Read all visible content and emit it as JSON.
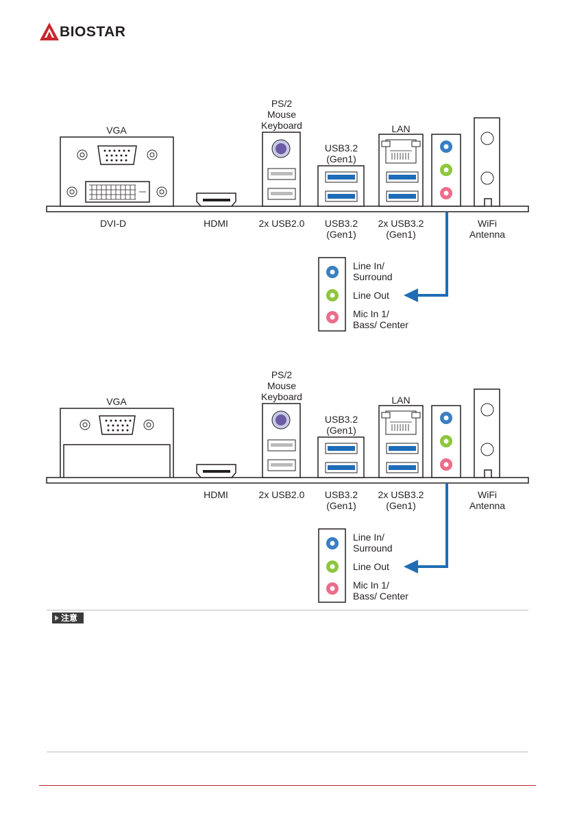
{
  "brand": {
    "name": "BIOSTAR",
    "color": "#b8252c"
  },
  "diagrams": [
    {
      "labels": {
        "vga": "VGA",
        "dvi": "DVI-D",
        "hdmi": "HDMI",
        "ps2": "PS/2\nMouse\nKeyboard",
        "usb20": "2x USB2.0",
        "usb32_top": "USB3.2\n(Gen1)",
        "usb32_bottom": "USB3.2\n(Gen1)",
        "lan": "LAN",
        "lan_usb": "2x USB3.2\n(Gen1)",
        "wifi": "WiFi\nAntenna"
      },
      "audio_legend": [
        {
          "label": "Line In/\nSurround",
          "color": "#3a7ec2"
        },
        {
          "label": "Line Out",
          "color": "#8ec63f"
        },
        {
          "label": "Mic In 1/\nBass/ Center",
          "color": "#ec6d8b"
        }
      ]
    },
    {
      "labels": {
        "vga": "VGA",
        "hdmi": "HDMI",
        "ps2": "PS/2\nMouse\nKeyboard",
        "usb20": "2x USB2.0",
        "usb32_top": "USB3.2\n(Gen1)",
        "usb32_bottom": "USB3.2\n(Gen1)",
        "lan": "LAN",
        "lan_usb": "2x USB3.2\n(Gen1)",
        "wifi": "WiFi\nAntenna"
      },
      "audio_legend": [
        {
          "label": "Line In/\nSurround",
          "color": "#3a7ec2"
        },
        {
          "label": "Line Out",
          "color": "#8ec63f"
        },
        {
          "label": "Mic In 1/\nBass/ Center",
          "color": "#ec6d8b"
        }
      ]
    }
  ],
  "note": {
    "tag": "注意"
  },
  "colors": {
    "usb3": "#1e6bb8",
    "arrow": "#1f6db5",
    "ps2": "#6b5ca5"
  }
}
